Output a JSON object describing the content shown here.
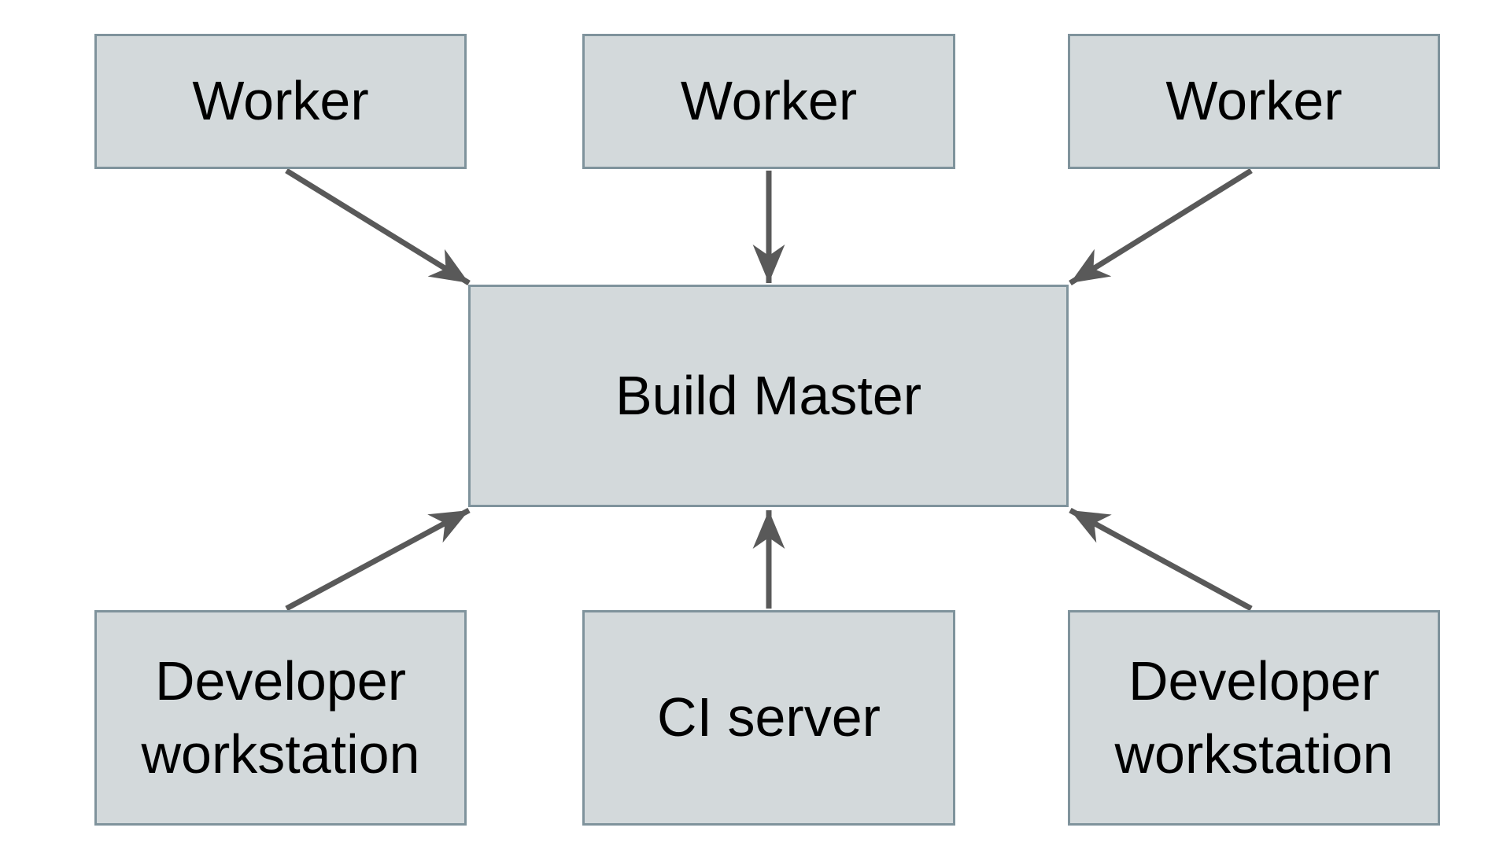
{
  "diagram": {
    "title": "",
    "nodes": [
      {
        "id": "worker-1",
        "label": "Worker"
      },
      {
        "id": "worker-2",
        "label": "Worker"
      },
      {
        "id": "worker-3",
        "label": "Worker"
      },
      {
        "id": "build-master",
        "label": "Build Master"
      },
      {
        "id": "developer-workstation-1",
        "label": "Developer workstation"
      },
      {
        "id": "ci-server",
        "label": "CI server"
      },
      {
        "id": "developer-workstation-2",
        "label": "Developer workstation"
      }
    ],
    "edges": [
      {
        "from": "worker-1",
        "to": "build-master"
      },
      {
        "from": "worker-2",
        "to": "build-master"
      },
      {
        "from": "worker-3",
        "to": "build-master"
      },
      {
        "from": "developer-workstation-1",
        "to": "build-master"
      },
      {
        "from": "ci-server",
        "to": "build-master"
      },
      {
        "from": "developer-workstation-2",
        "to": "build-master"
      }
    ],
    "colors": {
      "background": "#ffffff",
      "node_fill": "#d3d9db",
      "node_border": "#7f939c",
      "arrow": "#595959",
      "text": "#000000"
    }
  }
}
